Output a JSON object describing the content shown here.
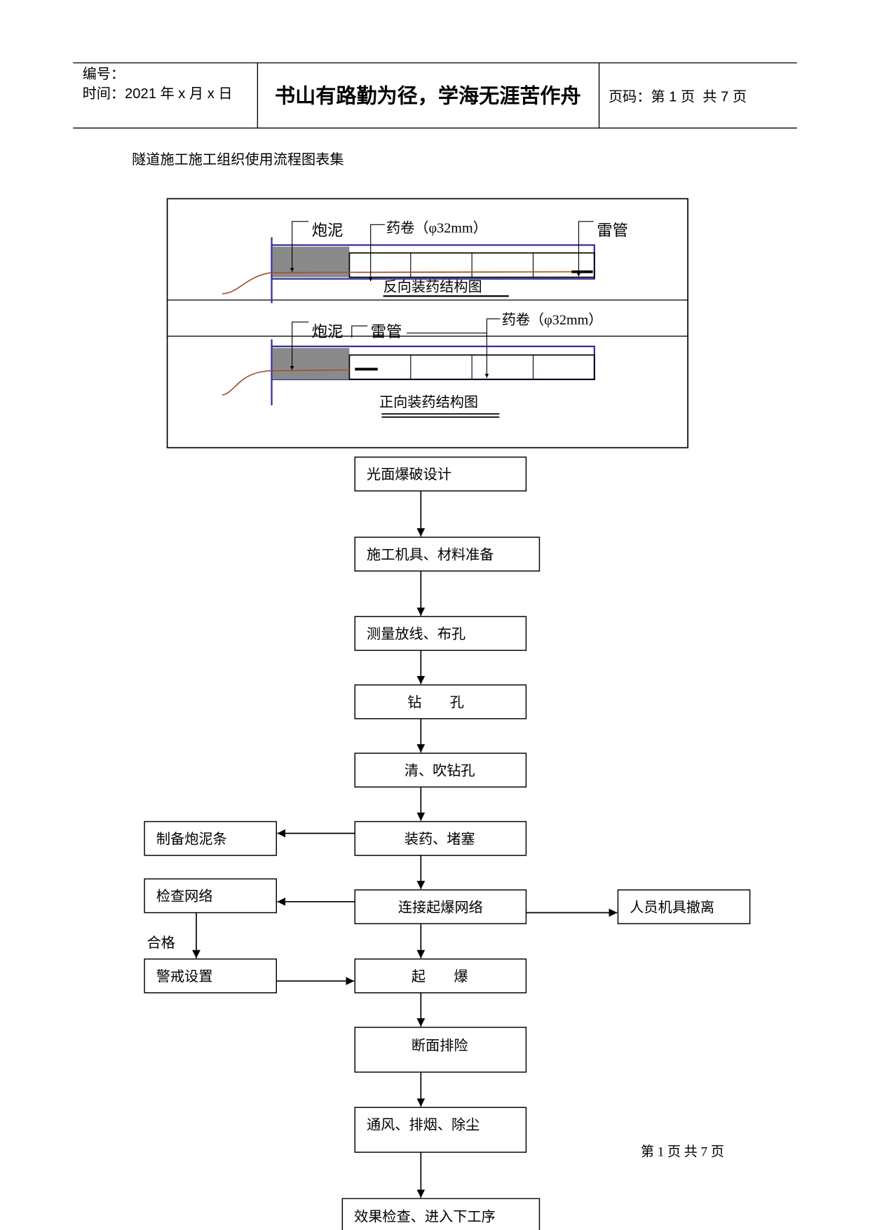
{
  "header": {
    "number_label": "编号：",
    "date_label": "时间：2021 年 x 月 x 日",
    "motto": "书山有路勤为径，学海无涯苦作舟",
    "page_label": "页码：第 1 页  共 7 页"
  },
  "doc_title": "隧道施工施工组织使用流程图表集",
  "charging_diagram": {
    "reverse": {
      "stemming": "炮泥",
      "cartridge": "药卷（φ32mm）",
      "detonator": "雷管",
      "caption": "反向装药结构图"
    },
    "forward": {
      "stemming": "炮泥",
      "detonator": "雷管",
      "cartridge": "药卷（φ32mm）",
      "caption": "正向装药结构图"
    }
  },
  "flowchart": {
    "main_steps": [
      "光面爆破设计",
      "施工机具、材料准备",
      "测量放线、布孔",
      "钻　　孔",
      "清、吹钻孔",
      "装药、堵塞",
      "连接起爆网络",
      "起　　爆",
      "断面排险",
      "通风、排烟、除尘",
      "效果检查、进入下工序"
    ],
    "side_steps": {
      "prepare_stemming": "制备炮泥条",
      "check_network": "检查网络",
      "pass_label": "合格",
      "set_guard": "警戒设置",
      "evacuate": "人员机具撤离"
    }
  },
  "footer": {
    "page": "第 1 页 共 7 页"
  },
  "colors": {
    "motto": "#e0141b",
    "charge_outline": "#30309a",
    "stemming_fill": "#8a8a8a",
    "fuse": "#a0522d"
  }
}
